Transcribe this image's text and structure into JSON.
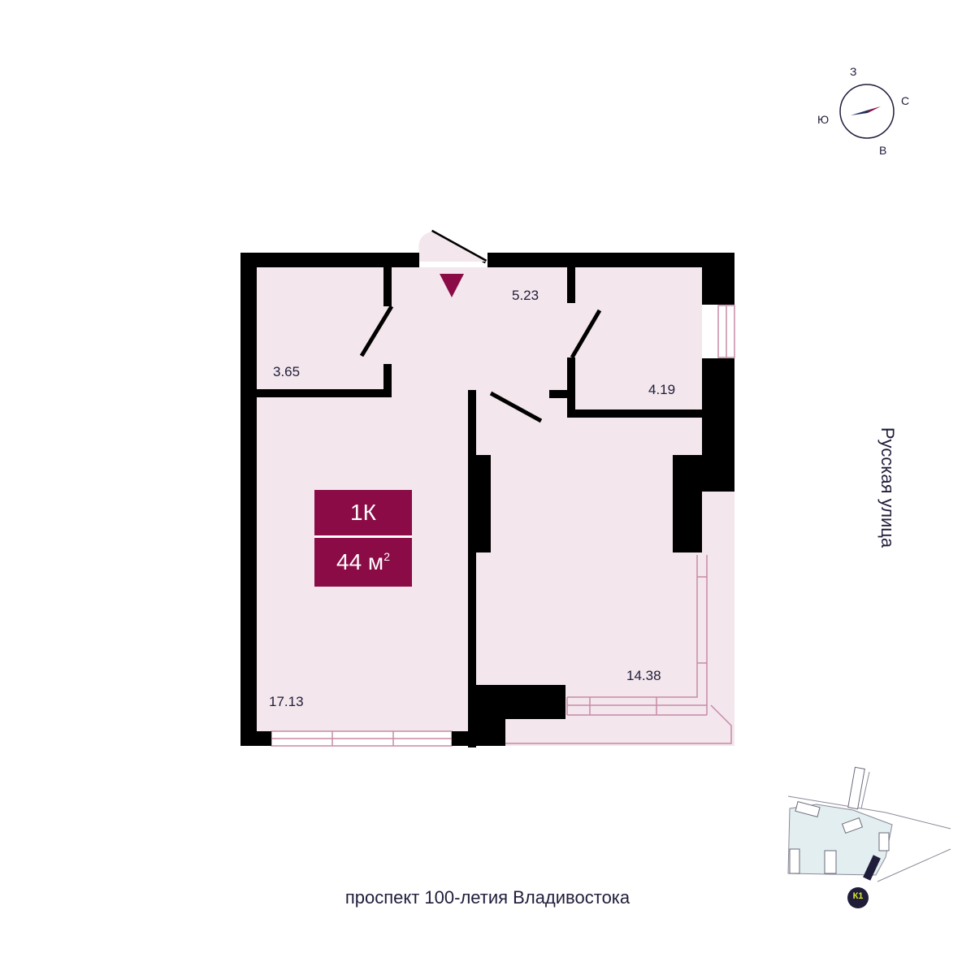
{
  "compass": {
    "north": "З",
    "east": "С",
    "south": "В",
    "west": "Ю",
    "needle_color": "#8a0b45",
    "needle_tail_color": "#1f2a5a"
  },
  "rooms": {
    "storage": "3.65",
    "hall": "5.23",
    "bathroom": "4.19",
    "living": "17.13",
    "bedroom": "14.38"
  },
  "badge": {
    "type": "1К",
    "area_value": "44 м",
    "area_unit_sup": "2",
    "color": "#8a0b45"
  },
  "streets": {
    "right": "Русская улица",
    "bottom": "проспект 100-летия Владивостока"
  },
  "site_plan": {
    "building_label": "К1",
    "marker_color": "#dcea2a"
  },
  "colors": {
    "wall": "#000000",
    "floor": "#f3e6ec",
    "window": "#c88aa6",
    "entry_arrow": "#8a0b45"
  }
}
